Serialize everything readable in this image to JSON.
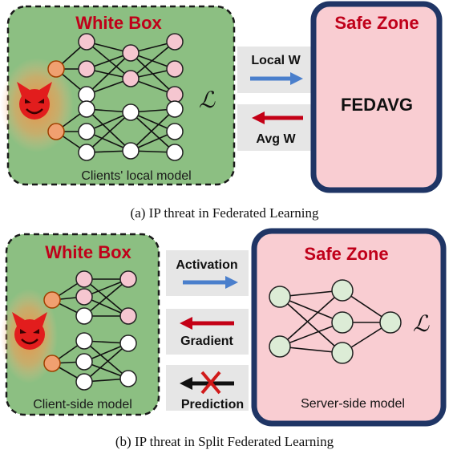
{
  "colors": {
    "box_green": "#8cbf82",
    "safe_pink": "#f9cdd2",
    "safe_border": "#1f3565",
    "title_red": "#c0001a",
    "arrow_blue": "#4a7fcc",
    "arrow_red": "#c40016",
    "node_pink": "#f5c6d0",
    "node_white": "#ffffff",
    "node_green": "#dcecd6",
    "devil_red": "#e21d1d",
    "glow_orange": "#f5a05a",
    "lane_gray": "#e6e6e6"
  },
  "panel_a": {
    "white_box": {
      "title": "White Box",
      "label": "Clients' local model",
      "loss": "ℒ"
    },
    "safe_zone": {
      "title": "Safe Zone",
      "content": "FEDAVG"
    },
    "arrows": [
      {
        "label": "Local W",
        "direction": "right",
        "color": "blue"
      },
      {
        "label": "Avg W",
        "direction": "left",
        "color": "red"
      }
    ],
    "caption": "(a) IP threat in Federated Learning"
  },
  "panel_b": {
    "white_box": {
      "title": "White Box",
      "label": "Client-side model"
    },
    "safe_zone": {
      "title": "Safe Zone",
      "label": "Server-side model",
      "loss": "ℒ"
    },
    "arrows": [
      {
        "label": "Activation",
        "direction": "right",
        "color": "blue"
      },
      {
        "label": "Gradient",
        "direction": "left",
        "color": "red"
      },
      {
        "label": "Prediction",
        "direction": "left",
        "color": "black",
        "blocked": true
      }
    ],
    "caption": "(b) IP threat in Split Federated Learning"
  },
  "icons": {
    "attacker": "devil-icon",
    "blocked": "cross-icon"
  }
}
